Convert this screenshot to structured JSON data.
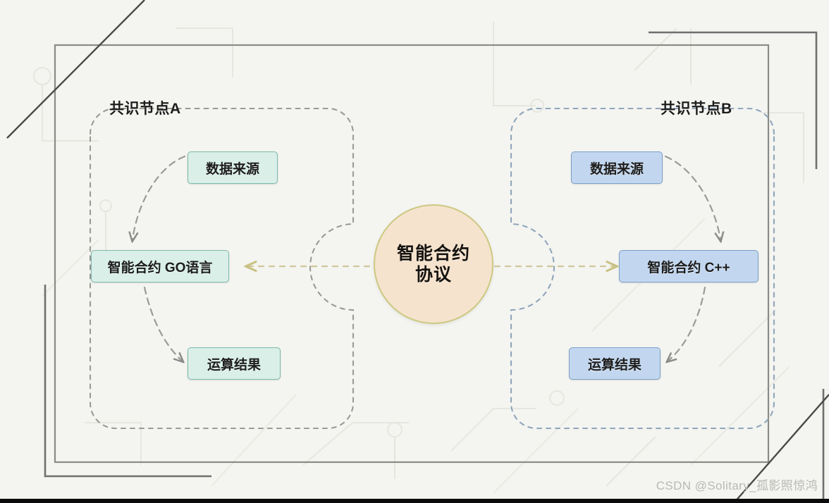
{
  "diagram": {
    "title_center_line1": "智能合约",
    "title_center_line2": "协议",
    "nodes": [
      {
        "id": "node-a",
        "label": "共识节点A",
        "accent_color": "#7cb8ab",
        "fill_color": "#d9efe8",
        "boxes": [
          {
            "id": "a-source",
            "label": "数据来源"
          },
          {
            "id": "a-contract",
            "label": "智能合约  GO语言"
          },
          {
            "id": "a-result",
            "label": "运算结果"
          }
        ]
      },
      {
        "id": "node-b",
        "label": "共识节点B",
        "accent_color": "#7a9fc8",
        "fill_color": "#c2d7ef",
        "boxes": [
          {
            "id": "b-source",
            "label": "数据来源"
          },
          {
            "id": "b-contract",
            "label": "智能合约  C++"
          },
          {
            "id": "b-result",
            "label": "运算结果"
          }
        ]
      }
    ],
    "center": {
      "fill_color": "#f6e3cd",
      "border_color": "#ccc983"
    },
    "connector_color": "#cfc79a",
    "background_color": "#f4f4f0",
    "frame_color": "#6f6f6f"
  },
  "watermark": {
    "text": "CSDN @Solitary_孤影照惊鸿",
    "color": "#b8b8b4"
  }
}
